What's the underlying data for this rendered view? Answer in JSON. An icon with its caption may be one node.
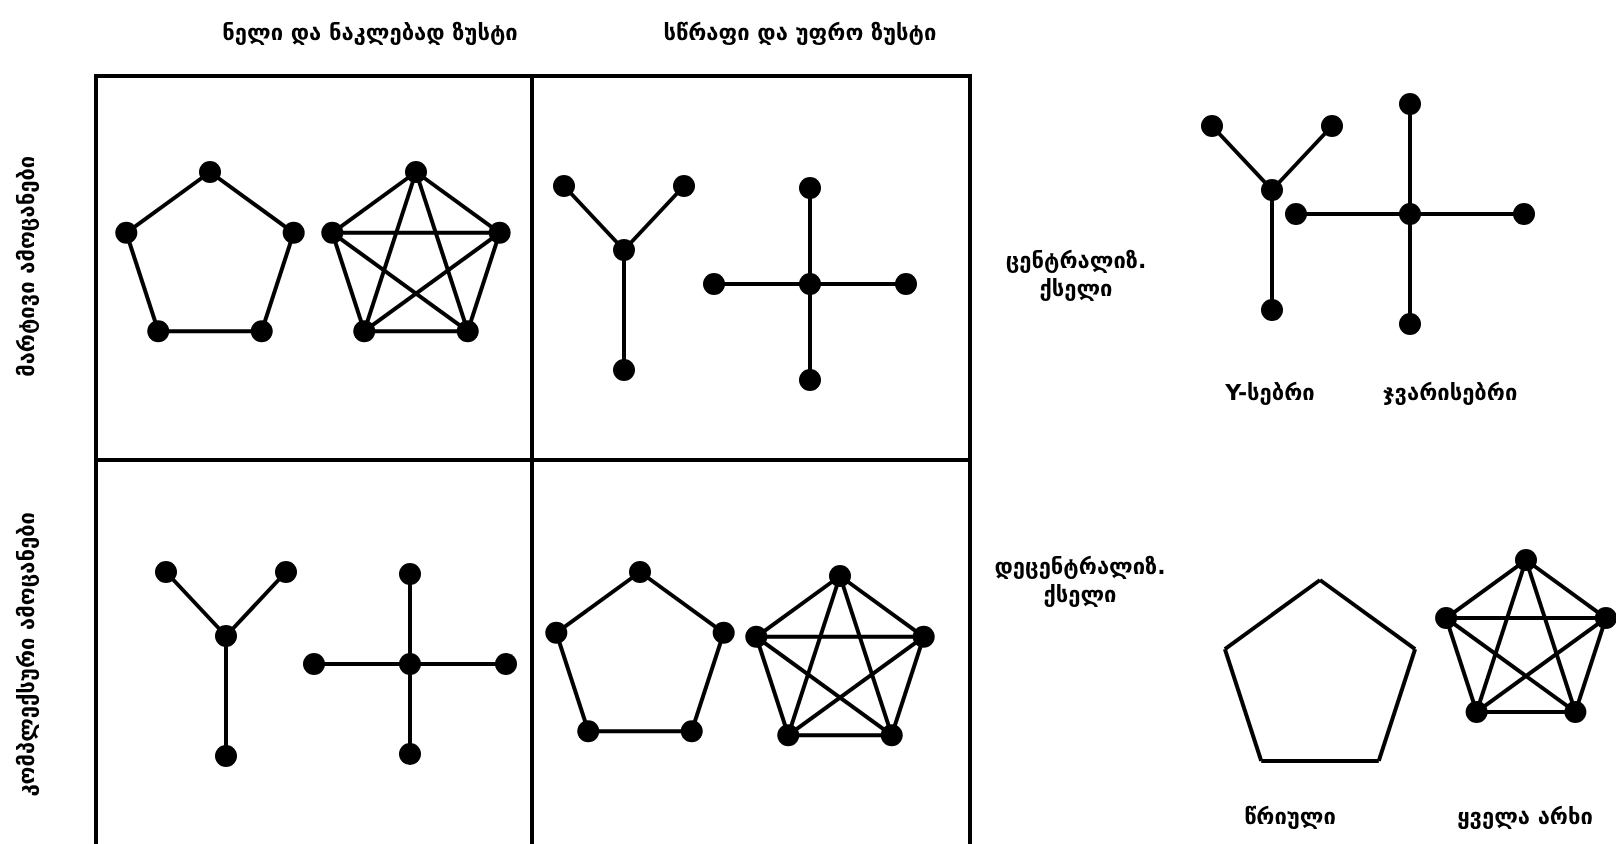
{
  "diagram": {
    "labels": [
      "ნელი და ნაკლებად ზუსტი",
      "სწრაფი და უფრო ზუსტი",
      "მარტივი ამოცანები",
      "კომპლექსური ამოცანები",
      "ცენტრალიზ. ქსელი",
      "Y-სებრი",
      "ჯვარისებრი",
      "დეცენტრალიზ. ქსელი",
      "წრიული",
      "ყველა არხი"
    ]
  }
}
